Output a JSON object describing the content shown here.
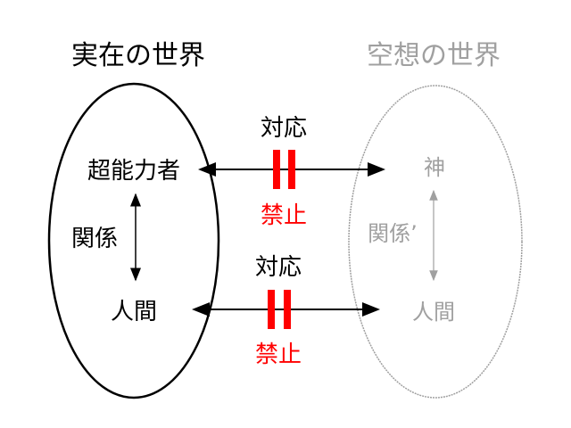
{
  "real_world": {
    "title": "実在の世界",
    "top_label": "超能力者",
    "relation_label": "関係",
    "bottom_label": "人間"
  },
  "imaginary_world": {
    "title": "空想の世界",
    "top_label": "神",
    "relation_label": "関係’",
    "bottom_label": "人間"
  },
  "correspondences": [
    {
      "label": "対応",
      "status": "禁止"
    },
    {
      "label": "対応",
      "status": "禁止"
    }
  ],
  "colors": {
    "real": "#000000",
    "imaginary": "#a0a0a0",
    "forbidden": "#ff0000"
  }
}
